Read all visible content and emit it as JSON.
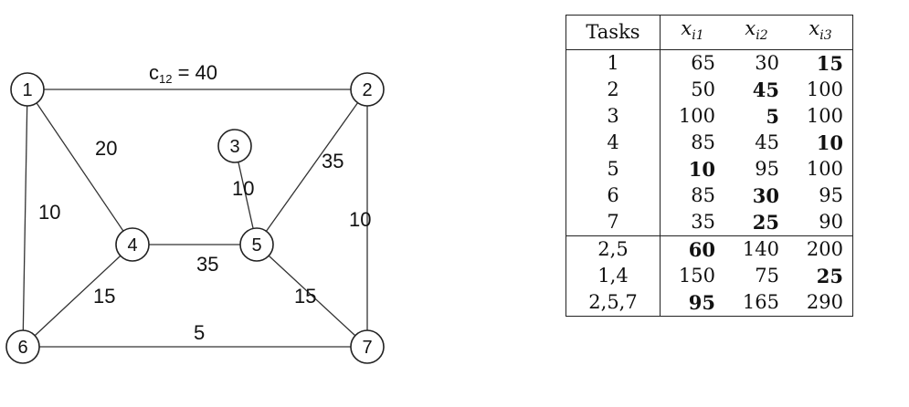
{
  "graph": {
    "edge_label_prefix": "c",
    "edge_label_sub": "12",
    "edge_label_value": "= 40",
    "nodes": [
      {
        "id": "1",
        "label": "1"
      },
      {
        "id": "2",
        "label": "2"
      },
      {
        "id": "3",
        "label": "3"
      },
      {
        "id": "4",
        "label": "4"
      },
      {
        "id": "5",
        "label": "5"
      },
      {
        "id": "6",
        "label": "6"
      },
      {
        "id": "7",
        "label": "7"
      }
    ],
    "edges": [
      {
        "from": "1",
        "to": "2",
        "weight": "40"
      },
      {
        "from": "1",
        "to": "4",
        "weight": "20"
      },
      {
        "from": "1",
        "to": "6",
        "weight": "10"
      },
      {
        "from": "2",
        "to": "5",
        "weight": "35"
      },
      {
        "from": "2",
        "to": "7",
        "weight": "10"
      },
      {
        "from": "3",
        "to": "5",
        "weight": "10"
      },
      {
        "from": "4",
        "to": "5",
        "weight": "35"
      },
      {
        "from": "4",
        "to": "6",
        "weight": "15"
      },
      {
        "from": "5",
        "to": "7",
        "weight": "15"
      },
      {
        "from": "6",
        "to": "7",
        "weight": "5"
      }
    ]
  },
  "table": {
    "header": {
      "tasks": "Tasks",
      "x1": "x_i1",
      "x2": "x_i2",
      "x3": "x_i3"
    },
    "rows": [
      {
        "task": "1",
        "values": [
          "65",
          "30",
          "15"
        ],
        "best": 2
      },
      {
        "task": "2",
        "values": [
          "50",
          "45",
          "100"
        ],
        "best": 1
      },
      {
        "task": "3",
        "values": [
          "100",
          "5",
          "100"
        ],
        "best": 1
      },
      {
        "task": "4",
        "values": [
          "85",
          "45",
          "10"
        ],
        "best": 2
      },
      {
        "task": "5",
        "values": [
          "10",
          "95",
          "100"
        ],
        "best": 0
      },
      {
        "task": "6",
        "values": [
          "85",
          "30",
          "95"
        ],
        "best": 1
      },
      {
        "task": "7",
        "values": [
          "35",
          "25",
          "90"
        ],
        "best": 1
      },
      {
        "task": "2,5",
        "values": [
          "60",
          "140",
          "200"
        ],
        "best": 0
      },
      {
        "task": "1,4",
        "values": [
          "150",
          "75",
          "25"
        ],
        "best": 2
      },
      {
        "task": "2,5,7",
        "values": [
          "95",
          "165",
          "290"
        ],
        "best": 0
      }
    ]
  }
}
